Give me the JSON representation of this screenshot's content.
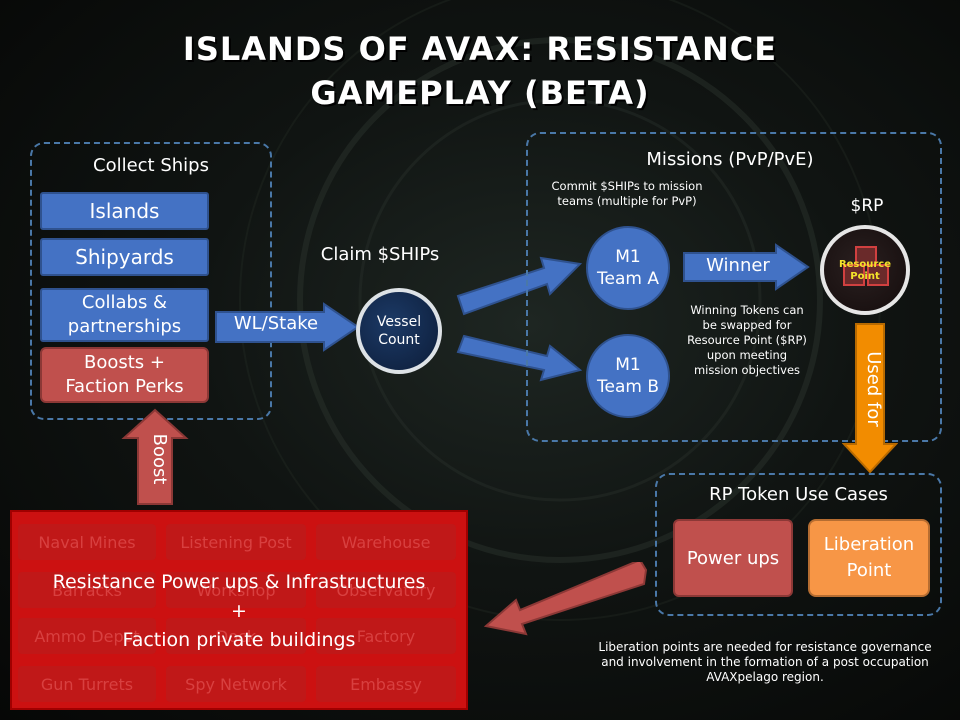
{
  "title": {
    "line1": "ISLANDS OF AVAX: RESISTANCE",
    "line2": "GAMEPLAY (BETA)"
  },
  "collect": {
    "heading": "Collect Ships",
    "items": [
      "Islands",
      "Shipyards",
      "Collabs & partnerships"
    ],
    "boost_item": "Boosts + Faction Perks"
  },
  "boost_arrow_label": "Boost",
  "wl_stake_label": "WL/Stake",
  "claim_label": "Claim $SHIPs",
  "vessel": {
    "line1": "Vessel",
    "line2": "Count"
  },
  "missions": {
    "heading": "Missions (PvP/PvE)",
    "commit_text": "Commit $SHIPs to mission teams (multiple for PvP)",
    "team_a": {
      "line1": "M1",
      "line2": "Team A"
    },
    "team_b": {
      "line1": "M1",
      "line2": "Team B"
    },
    "winner_label": "Winner",
    "rp_label": "$RP",
    "resource_point": {
      "line1": "Resource",
      "line2": "Point"
    },
    "winning_text": "Winning Tokens can be swapped for Resource Point ($RP) upon meeting mission objectives"
  },
  "used_for_label": "Used for",
  "rp_uses": {
    "heading": "RP Token Use Cases",
    "power_ups": "Power ups",
    "liberation": "Liberation Point"
  },
  "liberation_note": "Liberation points are needed for resistance governance and involvement in the formation of a post occupation AVAXpelago region.",
  "infra": {
    "line1": "Resistance Power ups & Infrastructures",
    "line2": "+",
    "line3": "Faction private buildings",
    "background_cells": [
      "Naval Mines",
      "Listening Post",
      "Warehouse",
      "Barracks",
      "Workshop",
      "Observatory",
      "Ammo Depot",
      "Dock",
      "Factory",
      "Gun Turrets",
      "Spy Network",
      "Embassy"
    ]
  },
  "colors": {
    "blue": "#4472c4",
    "red": "#c0504d",
    "orange": "#f79646",
    "dash": "#4a78a8",
    "infra_red": "#cc1111"
  }
}
